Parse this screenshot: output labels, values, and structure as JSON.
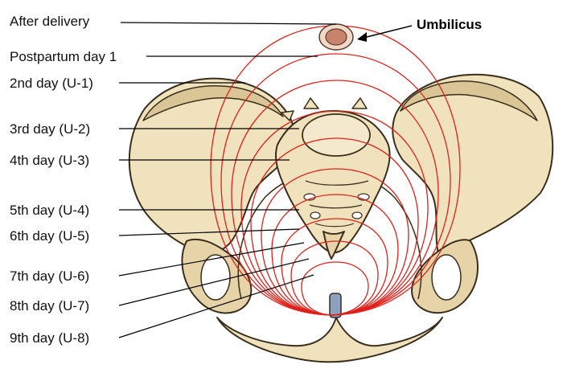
{
  "diagram": {
    "umbilicus_label": "Umbilicus",
    "stages": [
      {
        "label": "After delivery"
      },
      {
        "label": "Postpartum day 1"
      },
      {
        "label": "2nd day (U-1)"
      },
      {
        "label": "3rd day (U-2)"
      },
      {
        "label": "4th day (U-3)"
      },
      {
        "label": "5th day (U-4)"
      },
      {
        "label": "6th day (U-5)"
      },
      {
        "label": "7th day (U-6)"
      },
      {
        "label": "8th day (U-7)"
      },
      {
        "label": "9th day (U-8)"
      }
    ],
    "colors": {
      "uterus_outline": "#e0201a",
      "bone_fill": "#efe2bd",
      "bone_shade": "#cdb98a",
      "bone_outline": "#3a2e1c",
      "umbilicus": "#c7836b",
      "cartilage": "#8aa2c0"
    }
  }
}
